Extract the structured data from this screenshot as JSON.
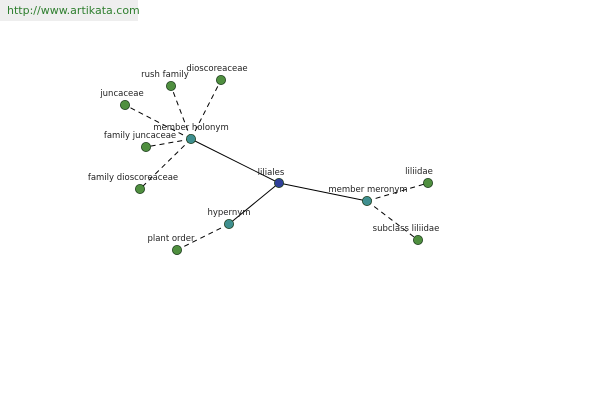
{
  "header": {
    "url": "http://www.artikata.com"
  },
  "colors": {
    "center": "#2f3f99",
    "relation": "#3f8f8f",
    "leaf": "#4f8f3f",
    "stroke": "#1f3f1f",
    "edge": "#000000"
  },
  "nodes": {
    "liliales": {
      "label": "liliales",
      "kind": "center"
    },
    "member_holonym": {
      "label": "member holonym",
      "kind": "relation"
    },
    "member_meronym": {
      "label": "member meronym",
      "kind": "relation"
    },
    "hypernym": {
      "label": "hypernym",
      "kind": "relation"
    },
    "rush_family": {
      "label": "rush family",
      "kind": "leaf"
    },
    "dioscoreaceae": {
      "label": "dioscoreaceae",
      "kind": "leaf"
    },
    "juncaceae": {
      "label": "juncaceae",
      "kind": "leaf"
    },
    "family_juncaceae": {
      "label": "family juncaceae",
      "kind": "leaf"
    },
    "family_dioscoreaceae": {
      "label": "family dioscoreaceae",
      "kind": "leaf"
    },
    "liliidae": {
      "label": "liliidae",
      "kind": "leaf"
    },
    "subclass_liliidae": {
      "label": "subclass liliidae",
      "kind": "leaf"
    },
    "plant_order": {
      "label": "plant order",
      "kind": "leaf"
    }
  },
  "edges": [
    {
      "from": "liliales",
      "to": "member_holonym",
      "style": "solid"
    },
    {
      "from": "liliales",
      "to": "member_meronym",
      "style": "solid"
    },
    {
      "from": "liliales",
      "to": "hypernym",
      "style": "solid"
    },
    {
      "from": "member_holonym",
      "to": "rush_family",
      "style": "dashed"
    },
    {
      "from": "member_holonym",
      "to": "dioscoreaceae",
      "style": "dashed"
    },
    {
      "from": "member_holonym",
      "to": "juncaceae",
      "style": "dashed"
    },
    {
      "from": "member_holonym",
      "to": "family_juncaceae",
      "style": "dashed"
    },
    {
      "from": "member_holonym",
      "to": "family_dioscoreaceae",
      "style": "dashed"
    },
    {
      "from": "member_meronym",
      "to": "liliidae",
      "style": "dashed"
    },
    {
      "from": "member_meronym",
      "to": "subclass_liliidae",
      "style": "dashed"
    },
    {
      "from": "hypernym",
      "to": "plant_order",
      "style": "dashed"
    }
  ]
}
